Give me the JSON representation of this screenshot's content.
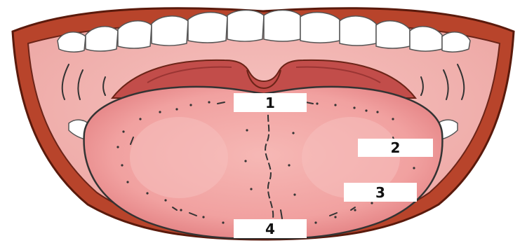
{
  "diagram": {
    "subject": "tongue-in-open-mouth",
    "labels": [
      {
        "id": "label-1",
        "text": "1"
      },
      {
        "id": "label-2",
        "text": "2"
      },
      {
        "id": "label-3",
        "text": "3"
      },
      {
        "id": "label-4",
        "text": "4"
      }
    ],
    "colors": {
      "lip": "#b8442b",
      "lip_outline": "#5a1a0c",
      "mouth_interior": "#f2b1ad",
      "throat": "#c24d4a",
      "tongue": "#f1a1a0",
      "tongue_shade": "#e88c8c",
      "teeth": "#ffffff",
      "label_box": "#ffffff"
    }
  }
}
